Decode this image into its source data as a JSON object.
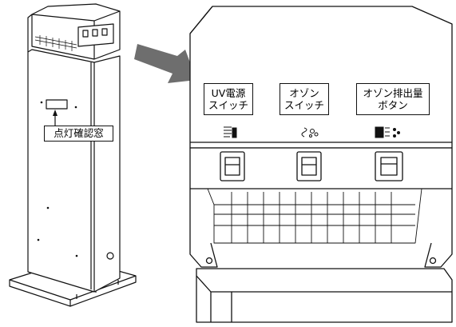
{
  "callouts": {
    "window": "点灯確認窓",
    "uv_switch": [
      "UV電源",
      "スイッチ"
    ],
    "ozone_switch": [
      "オゾン",
      "スイッチ"
    ],
    "ozone_output": [
      "オゾン排出量",
      "ボタン"
    ]
  },
  "icons": {
    "uv_switch": "uv-lamp-icon",
    "ozone_switch": "ozone-icon",
    "ozone_output": "ozone-level-icon"
  },
  "colors": {
    "line": "#111111",
    "arrow": "#6e6e6e",
    "background": "#ffffff"
  }
}
